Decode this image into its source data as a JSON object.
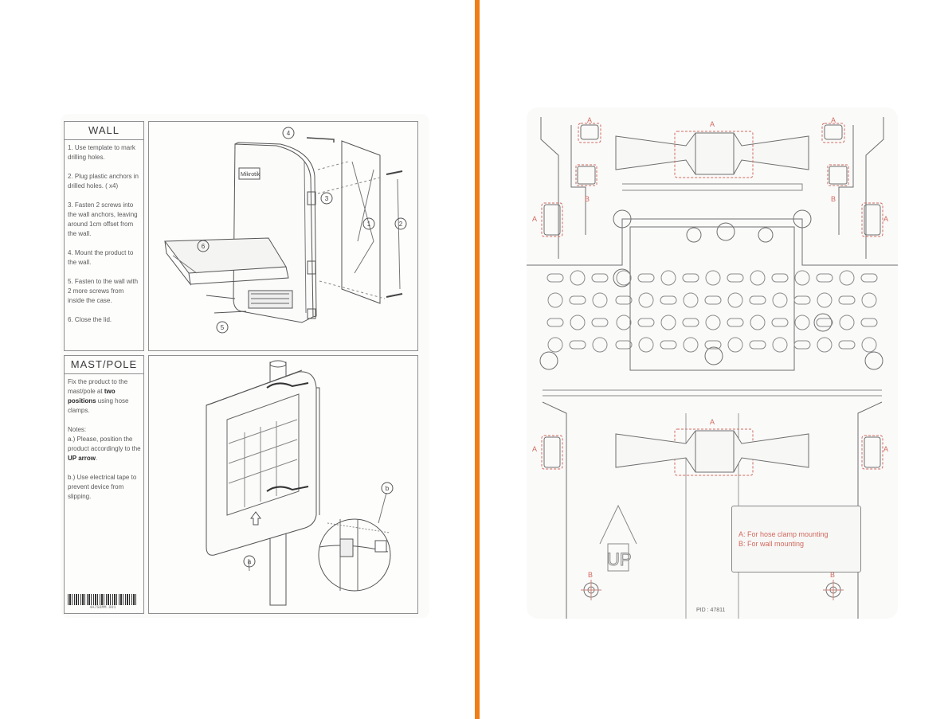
{
  "wall": {
    "title": "WALL",
    "steps": [
      "1. Use template to mark drilling holes.",
      "2. Plug plastic anchors in drilled holes. ( x4)",
      "3. Fasten 2 screws into the wall anchors, leaving around 1cm offset from the wall.",
      "4. Mount the product to the wall.",
      "5. Fasten to the wall with 2 more screws from inside the case.",
      "6. Close the lid."
    ],
    "callouts": [
      "1",
      "2",
      "3",
      "4",
      "5",
      "6"
    ]
  },
  "mast": {
    "title": "MAST/POLE",
    "intro_a": "Fix the product to the mast/pole at",
    "intro_bold": "two positions",
    "intro_b": "using hose clamps.",
    "notes_title": "Notes:",
    "note_a_pre": "a.) Please, position the product accordingly to the",
    "note_a_bold": "UP arrow",
    "note_a_post": ".",
    "note_b": "b.) Use electrical tape to prevent device from slipping.",
    "callout_a": "a",
    "callout_b": "b"
  },
  "barcode_text": "4A7G6MM.001",
  "template": {
    "label_a": "A",
    "label_b": "B",
    "up_label": "UP",
    "legend_a": "A: For hose clamp mounting",
    "legend_b": "B: For wall mounting",
    "pid": "PID : 47811"
  },
  "colors": {
    "accent": "#f07d16",
    "marker": "#d26a5e",
    "line": "#8f8f8f"
  }
}
